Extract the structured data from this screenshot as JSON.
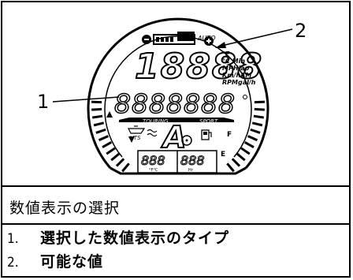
{
  "figure": {
    "callout_1": "1",
    "callout_2": "2",
    "display": {
      "top_brand": "AUTO",
      "main_digits": "18888",
      "units": [
        "°F",
        "°C Min",
        "MPHlap",
        "Km/hAM",
        "RPMgal/h"
      ],
      "segments": "8888888",
      "mode_left": "TOURING",
      "mode_right": "SPORT",
      "vts": "VTS",
      "gear": "A",
      "sub_digits_left": "888",
      "sub_digits_right": "888",
      "sub_label_left": "°F°C",
      "sub_label_right": "Hr",
      "fuel_full": "F",
      "fuel_empty": "E"
    }
  },
  "caption": "数値表示の選択",
  "legend": [
    {
      "num": "1.",
      "label": "選択した数値表示のタイプ"
    },
    {
      "num": "2.",
      "label": "可能な値"
    }
  ]
}
